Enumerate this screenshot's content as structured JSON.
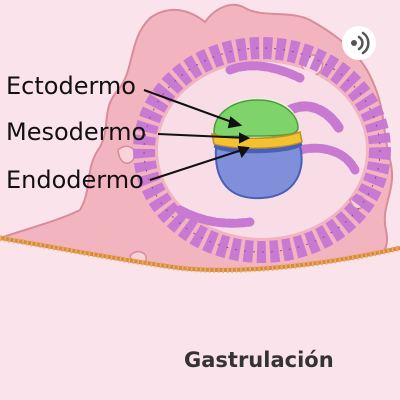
{
  "diagram": {
    "labels": [
      {
        "id": "ectoderm",
        "text": "Ectodermo",
        "target": "ectoderm-layer"
      },
      {
        "id": "mesoderm",
        "text": "Mesodermo",
        "target": "mesoderm-layer"
      },
      {
        "id": "endoderm",
        "text": "Endodermo",
        "target": "endoderm-layer"
      }
    ],
    "caption": "Gastrulación"
  },
  "icons": {
    "badge": "podcast-icon"
  },
  "colors": {
    "background": "#fbe3ec",
    "tissue": "#f2b5c0",
    "tissue_outline": "#d98c9b",
    "cavity": "#f8dde6",
    "cells": "#c87ad3",
    "cell_outline": "#8a4aa0",
    "ectoderm": "#7ed36a",
    "mesoderm": "#f2c230",
    "endoderm": "#7f8fd9",
    "membrane": "#d98a3a",
    "label_text": "#111111",
    "caption_text": "#333333"
  }
}
